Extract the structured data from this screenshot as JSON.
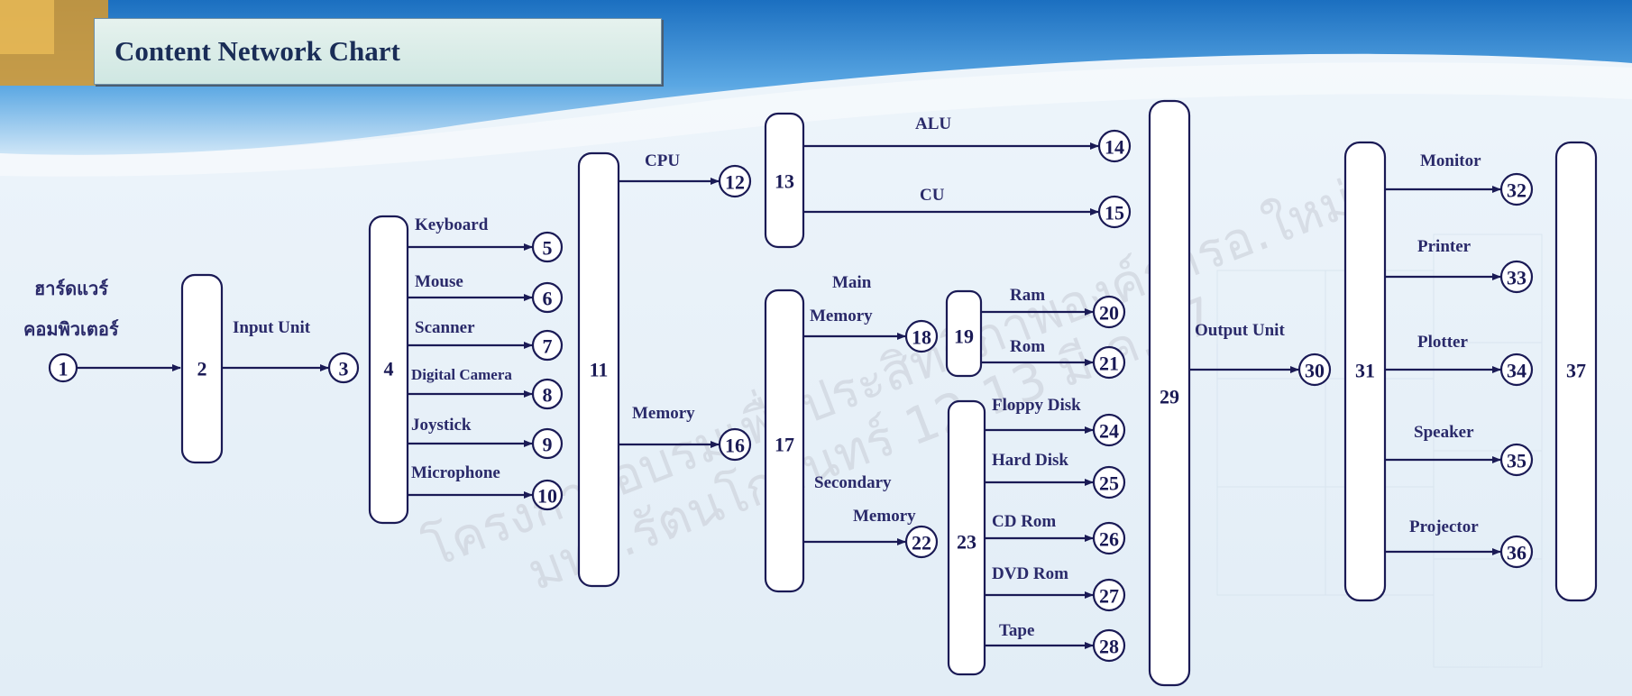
{
  "title": "Content Network Chart",
  "watermark": {
    "line1": "โครงการอบรมเพื่อประสิทธิภาพองค์การอ.ใหม่",
    "line2": "มทร.รัตนโกสินทร์ 12-13 มี.ค.57"
  },
  "colors": {
    "accent": "#1a1a55",
    "fill": "#ffffff",
    "title_bg": "#d8ece8"
  },
  "labels": {
    "hardware_line1": "ฮาร์ดแวร์",
    "hardware_line2": "คอมพิวเตอร์",
    "input_unit": "Input Unit",
    "keyboard": "Keyboard",
    "mouse": "Mouse",
    "scanner": "Scanner",
    "digital_camera": "Digital Camera",
    "joystick": "Joystick",
    "microphone": "Microphone",
    "cpu": "CPU",
    "memory": "Memory",
    "alu": "ALU",
    "cu": "CU",
    "main_line1": "Main",
    "main_line2": "Memory",
    "secondary_line1": "Secondary",
    "secondary_line2": "Memory",
    "ram": "Ram",
    "rom": "Rom",
    "floppy": "Floppy Disk",
    "hard_disk": "Hard Disk",
    "cd_rom": "CD Rom",
    "dvd_rom": "DVD Rom",
    "tape": "Tape",
    "output_unit": "Output Unit",
    "monitor": "Monitor",
    "printer": "Printer",
    "plotter": "Plotter",
    "speaker": "Speaker",
    "projector": "Projector"
  },
  "numbers": {
    "n1": "1",
    "n2": "2",
    "n3": "3",
    "n4": "4",
    "n5": "5",
    "n6": "6",
    "n7": "7",
    "n8": "8",
    "n9": "9",
    "n10": "10",
    "n11": "11",
    "n12": "12",
    "n13": "13",
    "n14": "14",
    "n15": "15",
    "n16": "16",
    "n17": "17",
    "n18": "18",
    "n19": "19",
    "n20": "20",
    "n21": "21",
    "n22": "22",
    "n23": "23",
    "n24": "24",
    "n25": "25",
    "n26": "26",
    "n27": "27",
    "n28": "28",
    "n29": "29",
    "n30": "30",
    "n31": "31",
    "n32": "32",
    "n33": "33",
    "n34": "34",
    "n35": "35",
    "n36": "36",
    "n37": "37"
  }
}
